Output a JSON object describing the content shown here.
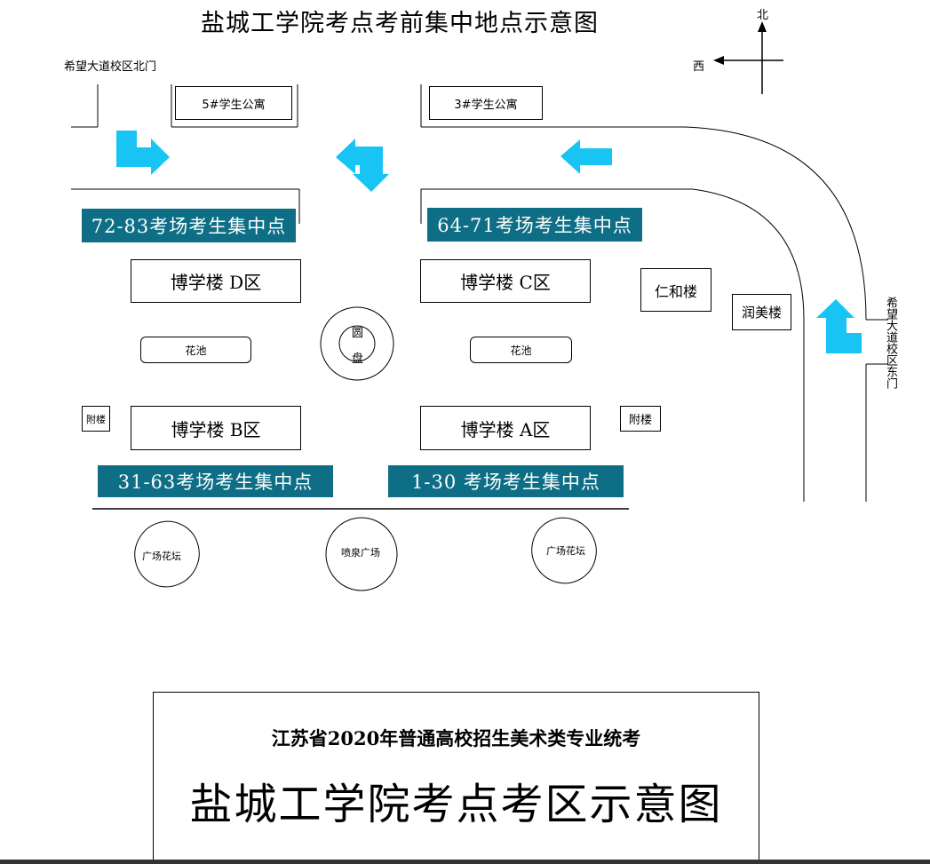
{
  "title": "盐城工学院考点考前集中地点示意图",
  "compass": {
    "north": "北",
    "west": "西"
  },
  "gates": {
    "north_gate": "希望大道校区北门",
    "east_gate": "希望大道校区东门"
  },
  "dorms": {
    "dorm5": "5#学生公寓",
    "dorm3": "3#学生公寓"
  },
  "gathering_points": {
    "d_zone": "72-83考场考生集中点",
    "c_zone": "64-71考场考生集中点",
    "b_zone": "31-63考场考生集中点",
    "a_zone": "1-30 考场考生集中点"
  },
  "buildings": {
    "bxl_d": "博学楼 D区",
    "bxl_c": "博学楼 C区",
    "bxl_b": "博学楼 B区",
    "bxl_a": "博学楼 A区",
    "renhe": "仁和楼",
    "runmei": "润美楼",
    "annex_left": "附楼",
    "annex_right": "附楼"
  },
  "features": {
    "pond_left": "花池",
    "pond_right": "花池",
    "roundabout_top": "圆",
    "roundabout_bottom": "盘",
    "flowerbed_left": "广场花坛",
    "fountain": "喷泉广场",
    "flowerbed_right": "广场花坛"
  },
  "card": {
    "subtitle": "江苏省2020年普通高校招生美术类专业统考",
    "heading": "盐城工学院考点考区示意图"
  },
  "colors": {
    "teal_label": "#0e6e85",
    "arrow": "#17c4f4"
  }
}
